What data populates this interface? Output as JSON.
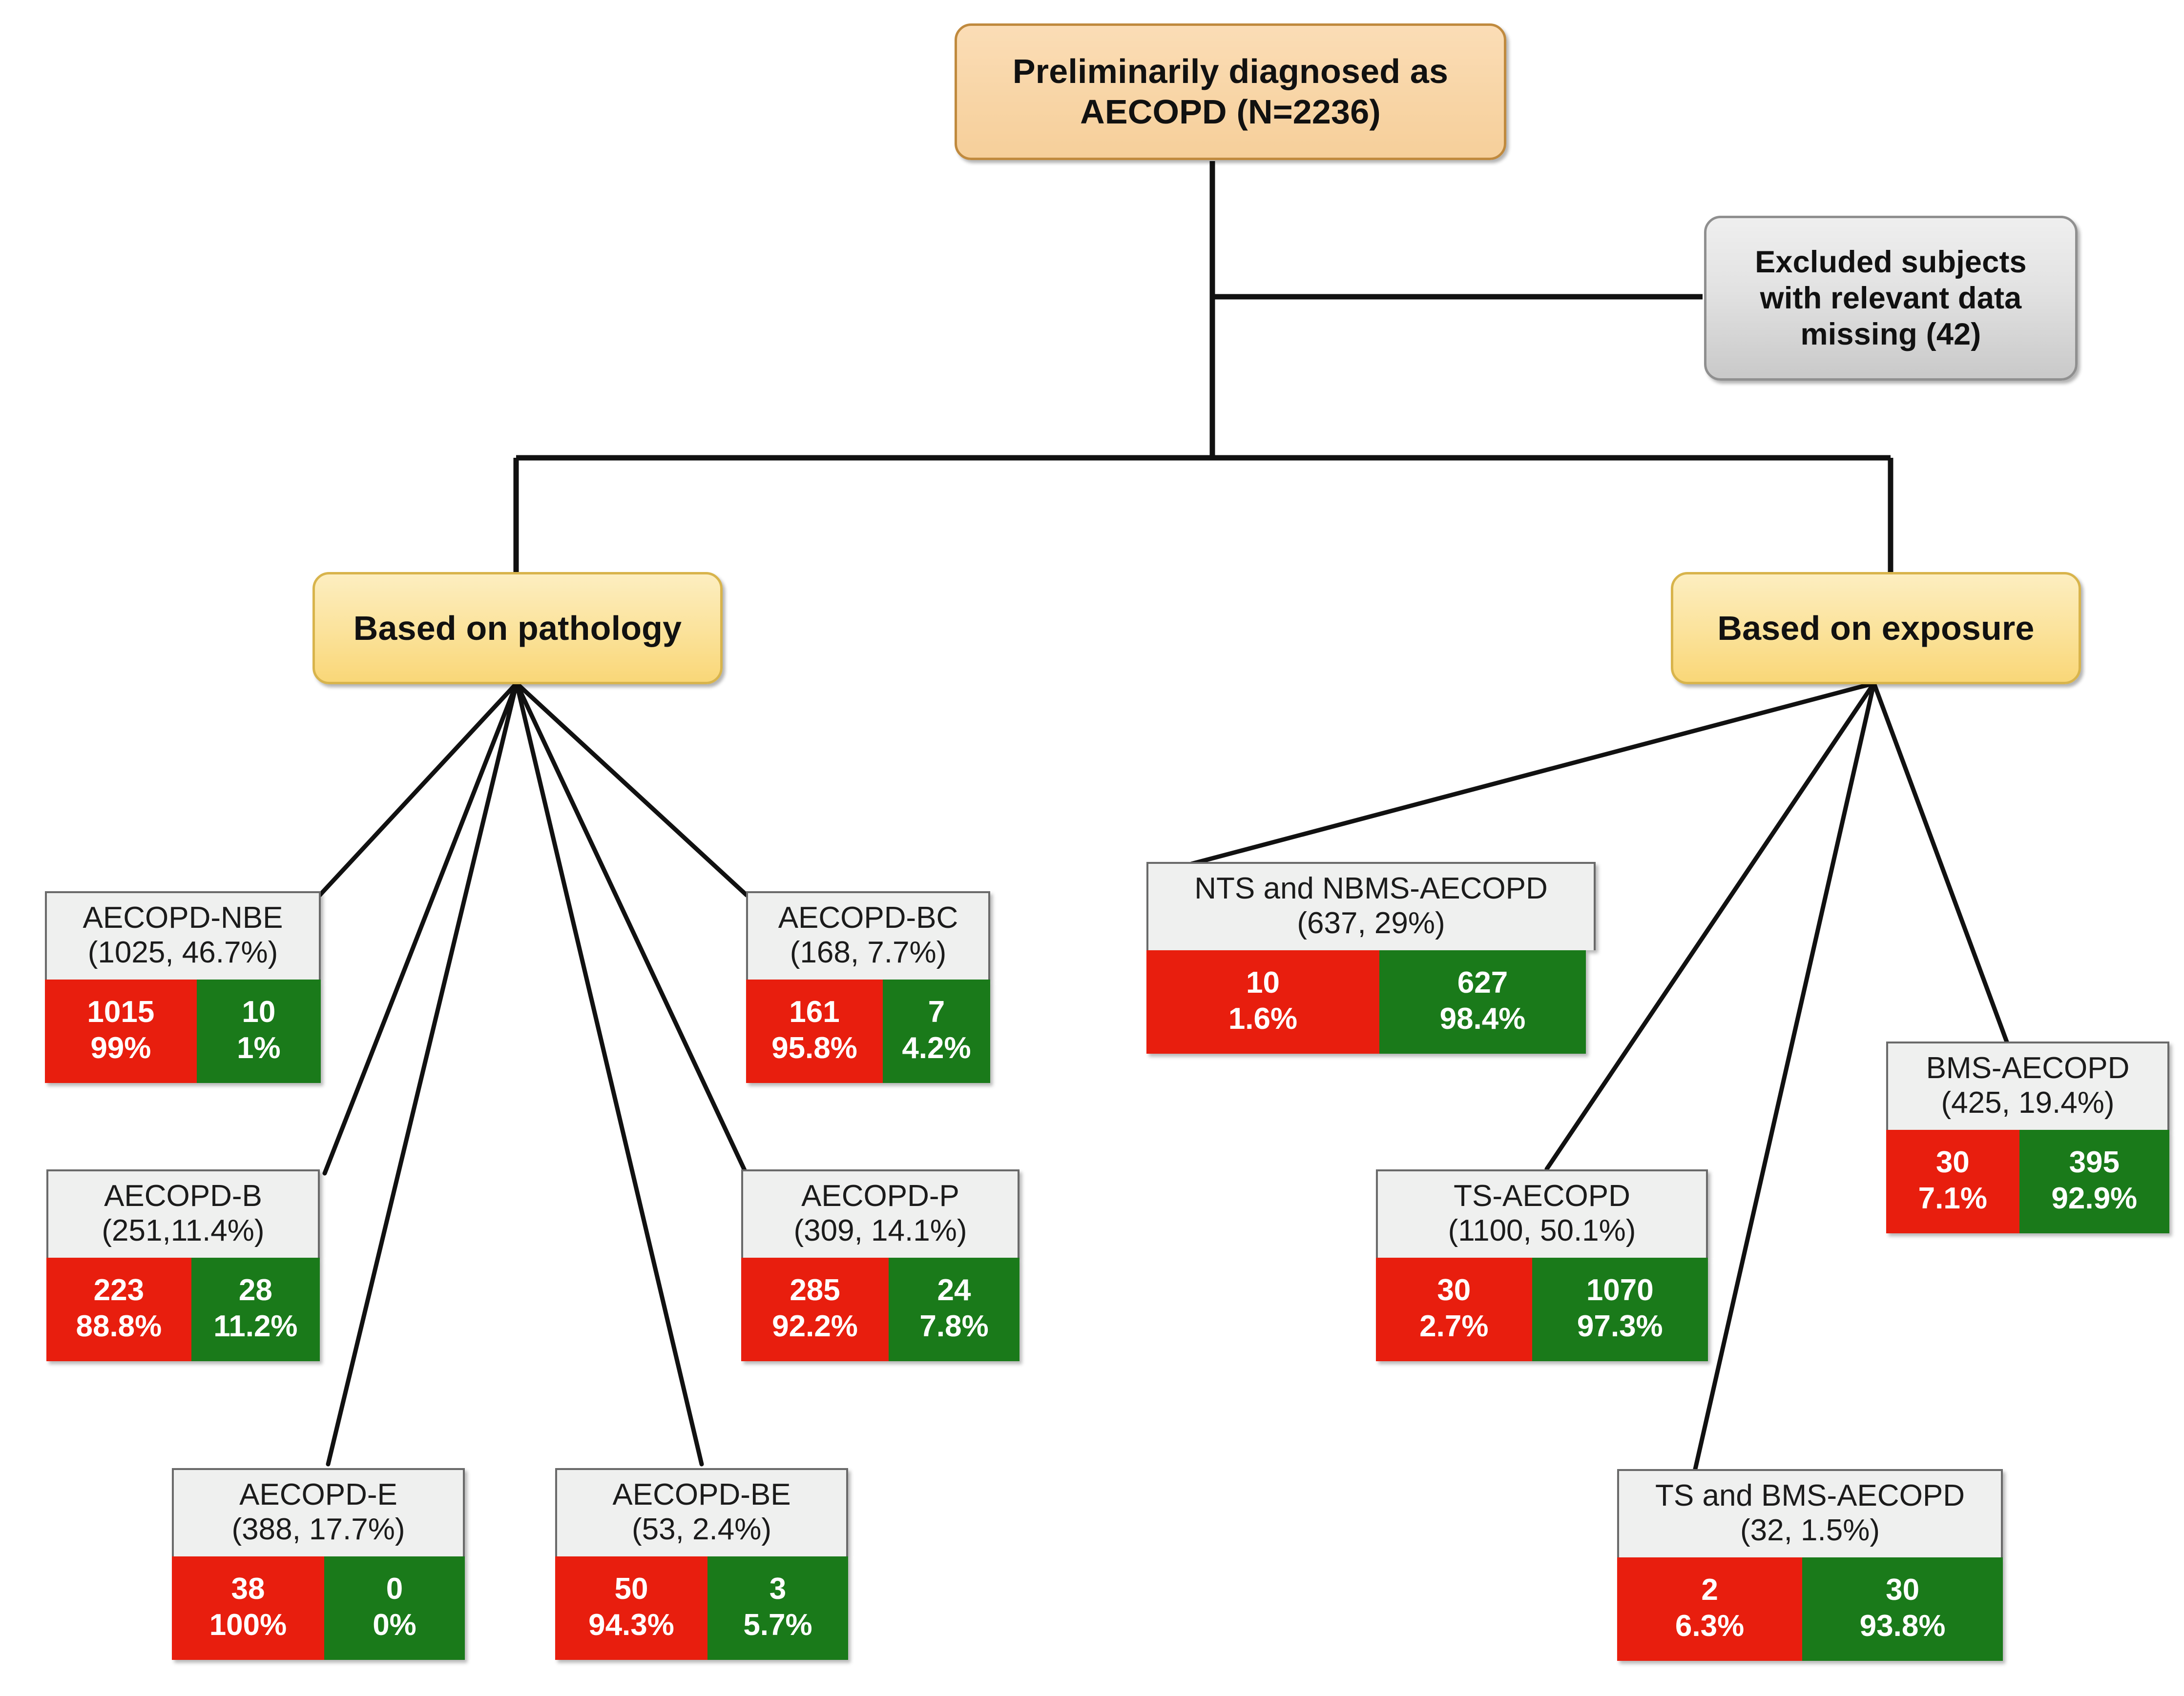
{
  "diagram": {
    "type": "flowchart",
    "title_node": {
      "name": "root-node",
      "label": "Preliminarily diagnosed as\nAECOPD (N=2236)",
      "line1": "Preliminarily diagnosed as",
      "line2": "AECOPD (N=2236)",
      "total_n": 2236,
      "color": "#f8d5a6"
    },
    "excluded_node": {
      "name": "excluded-node",
      "line1": "Excluded subjects",
      "line2": "with relevant data",
      "line3": "missing (42)",
      "count": 42,
      "color": "#dcdcdc"
    },
    "branches": [
      {
        "id": "pathology",
        "label": "Based on pathology",
        "color": "#fbe39d"
      },
      {
        "id": "exposure",
        "label": "Based on exposure",
        "color": "#fbe39d"
      }
    ],
    "legend_colors": {
      "red": "#e81e0e",
      "green": "#1a7a1a",
      "header": "#eff0ef"
    },
    "pathology_groups": [
      {
        "id": "nbe",
        "title": "AECOPD-NBE",
        "subtitle": "(1025, 46.7%)",
        "n": 1025,
        "pct": "46.7%",
        "red": {
          "count": "1015",
          "pct": "99%"
        },
        "green": {
          "count": "10",
          "pct": "1%"
        }
      },
      {
        "id": "b",
        "title": "AECOPD-B",
        "subtitle": "(251,11.4%)",
        "n": 251,
        "pct": "11.4%",
        "red": {
          "count": "223",
          "pct": "88.8%"
        },
        "green": {
          "count": "28",
          "pct": "11.2%"
        }
      },
      {
        "id": "e",
        "title": "AECOPD-E",
        "subtitle": "(388, 17.7%)",
        "n": 388,
        "pct": "17.7%",
        "red": {
          "count": "38",
          "pct": "100%"
        },
        "green": {
          "count": "0",
          "pct": "0%"
        }
      },
      {
        "id": "be",
        "title": "AECOPD-BE",
        "subtitle": "(53, 2.4%)",
        "n": 53,
        "pct": "2.4%",
        "red": {
          "count": "50",
          "pct": "94.3%"
        },
        "green": {
          "count": "3",
          "pct": "5.7%"
        }
      },
      {
        "id": "p",
        "title": "AECOPD-P",
        "subtitle": "(309, 14.1%)",
        "n": 309,
        "pct": "14.1%",
        "red": {
          "count": "285",
          "pct": "92.2%"
        },
        "green": {
          "count": "24",
          "pct": "7.8%"
        }
      },
      {
        "id": "bc",
        "title": "AECOPD-BC",
        "subtitle": "(168, 7.7%)",
        "n": 168,
        "pct": "7.7%",
        "red": {
          "count": "161",
          "pct": "95.8%"
        },
        "green": {
          "count": "7",
          "pct": "4.2%"
        }
      }
    ],
    "exposure_groups": [
      {
        "id": "nts_nbms",
        "title": "NTS and NBMS-AECOPD",
        "subtitle": "(637, 29%)",
        "n": 637,
        "pct": "29%",
        "red": {
          "count": "10",
          "pct": "1.6%"
        },
        "green": {
          "count": "627",
          "pct": "98.4%"
        }
      },
      {
        "id": "ts",
        "title": "TS-AECOPD",
        "subtitle": "(1100, 50.1%)",
        "n": 1100,
        "pct": "50.1%",
        "red": {
          "count": "30",
          "pct": "2.7%"
        },
        "green": {
          "count": "1070",
          "pct": "97.3%"
        }
      },
      {
        "id": "bms",
        "title": "BMS-AECOPD",
        "subtitle": "(425, 19.4%)",
        "n": 425,
        "pct": "19.4%",
        "red": {
          "count": "30",
          "pct": "7.1%"
        },
        "green": {
          "count": "395",
          "pct": "92.9%"
        }
      },
      {
        "id": "ts_bms",
        "title": "TS and BMS-AECOPD",
        "subtitle": "(32, 1.5%)",
        "n": 32,
        "pct": "1.5%",
        "red": {
          "count": "2",
          "pct": "6.3%"
        },
        "green": {
          "count": "30",
          "pct": "93.8%"
        }
      }
    ]
  }
}
